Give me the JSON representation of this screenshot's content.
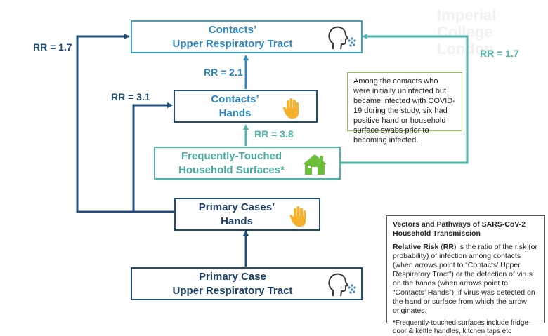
{
  "watermark": {
    "line1": "Imperial College",
    "line2": "London"
  },
  "boxes": {
    "contacts_urt": {
      "line1": "Contacts’",
      "line2": "Upper Respiratory Tract"
    },
    "contacts_hands": {
      "line1": "Contacts’",
      "line2": "Hands"
    },
    "surfaces": {
      "line1": "Frequently-Touched",
      "line2": "Household Surfaces*"
    },
    "primary_hands": {
      "line1": "Primary Cases’",
      "line2": "Hands"
    },
    "primary_urt": {
      "line1": "Primary Case",
      "line2": "Upper Respiratory Tract"
    }
  },
  "relative_risks": {
    "primary_urt_to_contacts_urt": "RR = 1.7",
    "primary_hands_to_contacts_hands": "RR = 3.1",
    "contacts_hands_to_contacts_urt": "RR = 2.1",
    "surfaces_to_contacts_hands": "RR = 3.8",
    "surfaces_to_contacts_urt": "RR = 1.7"
  },
  "note": "Among the contacts who were initially uninfected but became infected with COVID-19 during the study, six had positive hand or household surface swabs prior to becoming infected.",
  "legend": {
    "title": "Vectors and Pathways of SARS-CoV-2 Household Transmission",
    "rr_term": "Relative Risk",
    "rr_abbrev": "RR",
    "rr_text": "is the ratio of the risk (or probability) of infection among contacts (when arrows point to “Contacts’ Upper Respiratory Tract”) or the detection of virus on the hands (when arrows point to “Contacts’ Hands”), if virus was detected on the hand or surface from which the arrow originates.",
    "footnote_mark": "*",
    "footnote": "Frequently-touched surfaces include fridge-door & kettle handles, kitchen taps etc"
  },
  "icons": [
    "head-virus-icon",
    "hand-icon",
    "house-icon"
  ],
  "colors": {
    "teal_blue": "#3fa2c8",
    "navy": "#1f4e79",
    "teal_green": "#4fb3a8",
    "hand": "#f5b12e",
    "house": "#6bbf3a",
    "virus": "#4a8ab8"
  }
}
